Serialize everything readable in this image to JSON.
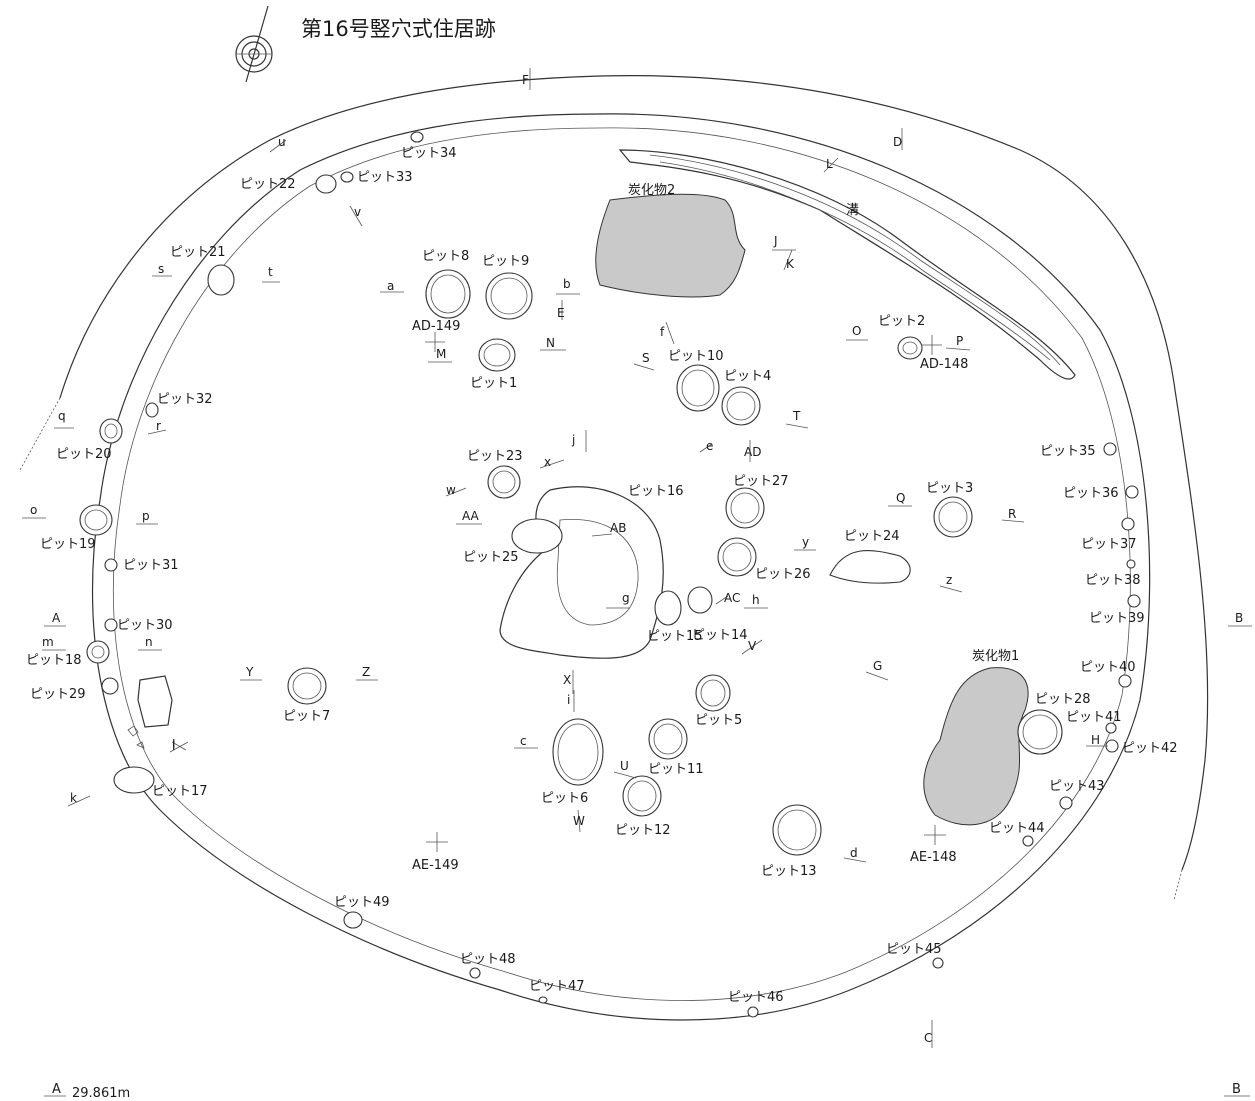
{
  "title": "第16号竪穴式住居跡",
  "scale_note": "29.861m",
  "grid_points": [
    "AD-149",
    "AD-148",
    "AE-149",
    "AE-148"
  ],
  "features": {
    "charcoal1": "炭化物1",
    "charcoal2": "炭化物2",
    "ditch": "溝"
  },
  "pits": [
    {
      "id": "ピット1"
    },
    {
      "id": "ピット2"
    },
    {
      "id": "ピット3"
    },
    {
      "id": "ピット4"
    },
    {
      "id": "ピット5"
    },
    {
      "id": "ピット6"
    },
    {
      "id": "ピット7"
    },
    {
      "id": "ピット8"
    },
    {
      "id": "ピット9"
    },
    {
      "id": "ピット10"
    },
    {
      "id": "ピット11"
    },
    {
      "id": "ピット12"
    },
    {
      "id": "ピット13"
    },
    {
      "id": "ピット14"
    },
    {
      "id": "ピット15"
    },
    {
      "id": "ピット16"
    },
    {
      "id": "ピット17"
    },
    {
      "id": "ピット18"
    },
    {
      "id": "ピット19"
    },
    {
      "id": "ピット20"
    },
    {
      "id": "ピット21"
    },
    {
      "id": "ピット22"
    },
    {
      "id": "ピット23"
    },
    {
      "id": "ピット24"
    },
    {
      "id": "ピット25"
    },
    {
      "id": "ピット26"
    },
    {
      "id": "ピット27"
    },
    {
      "id": "ピット28"
    },
    {
      "id": "ピット29"
    },
    {
      "id": "ピット30"
    },
    {
      "id": "ピット31"
    },
    {
      "id": "ピット32"
    },
    {
      "id": "ピット33"
    },
    {
      "id": "ピット34"
    },
    {
      "id": "ピット35"
    },
    {
      "id": "ピット36"
    },
    {
      "id": "ピット37"
    },
    {
      "id": "ピット38"
    },
    {
      "id": "ピット39"
    },
    {
      "id": "ピット40"
    },
    {
      "id": "ピット41"
    },
    {
      "id": "ピット42"
    },
    {
      "id": "ピット43"
    },
    {
      "id": "ピット44"
    },
    {
      "id": "ピット45"
    },
    {
      "id": "ピット46"
    },
    {
      "id": "ピット47"
    },
    {
      "id": "ピット48"
    },
    {
      "id": "ピット49"
    }
  ],
  "section_labels": [
    "A",
    "B",
    "C",
    "D",
    "E",
    "F",
    "G",
    "H",
    "I",
    "J",
    "K",
    "L",
    "M",
    "N",
    "O",
    "P",
    "Q",
    "R",
    "S",
    "T",
    "U",
    "V",
    "W",
    "X",
    "Y",
    "Z",
    "AA",
    "AB",
    "AC",
    "AD",
    "a",
    "b",
    "c",
    "d",
    "e",
    "f",
    "g",
    "h",
    "i",
    "j",
    "k",
    "l",
    "m",
    "n",
    "o",
    "p",
    "q",
    "r",
    "s",
    "t",
    "u",
    "v",
    "w",
    "x",
    "y",
    "z"
  ]
}
